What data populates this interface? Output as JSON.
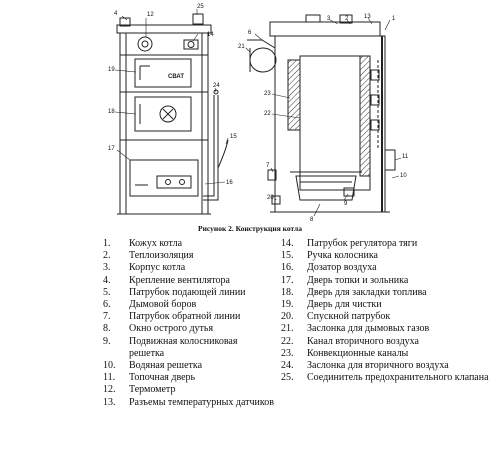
{
  "figure": {
    "caption": "Рисунок 2. Конструкция котла",
    "brand_logo_text": "СВАТ",
    "callouts_front": [
      "4",
      "12",
      "25",
      "14",
      "19",
      "18",
      "24",
      "15",
      "17",
      "16"
    ],
    "callouts_side": [
      "6",
      "21",
      "3",
      "2",
      "13",
      "1",
      "23",
      "22",
      "11",
      "7",
      "10",
      "20",
      "8",
      "9"
    ]
  },
  "legend": {
    "left": [
      {
        "num": "1.",
        "text": "Кожух котла"
      },
      {
        "num": "2.",
        "text": "Теплоизоляция"
      },
      {
        "num": "3.",
        "text": "Корпус котла"
      },
      {
        "num": "4.",
        "text": "Крепление вентилятора"
      },
      {
        "num": "5.",
        "text": "Патрубок подающей линии"
      },
      {
        "num": "6.",
        "text": "Дымовой боров"
      },
      {
        "num": "7.",
        "text": "Патрубок обратной линии"
      },
      {
        "num": "8.",
        "text": "Окно острого дутья"
      },
      {
        "num": "9.",
        "text": "Подвижная колосниковая решетка"
      },
      {
        "num": "10.",
        "text": "Водяная решетка"
      },
      {
        "num": "11.",
        "text": "Топочная дверь"
      },
      {
        "num": "12.",
        "text": "Термометр"
      },
      {
        "num": "13.",
        "text": "Разъемы температурных датчиков"
      }
    ],
    "right": [
      {
        "num": "14.",
        "text": "Патрубок регулятора тяги"
      },
      {
        "num": "15.",
        "text": "Ручка колосника"
      },
      {
        "num": "16.",
        "text": "Дозатор воздуха"
      },
      {
        "num": "17.",
        "text": "Дверь топки и зольника"
      },
      {
        "num": "18.",
        "text": "Дверь для закладки топлива"
      },
      {
        "num": "19.",
        "text": "Дверь для чистки"
      },
      {
        "num": "20.",
        "text": "Спускной патрубок"
      },
      {
        "num": "21.",
        "text": "Заслонка для дымовых газов"
      },
      {
        "num": "22.",
        "text": "Канал вторичного воздуха"
      },
      {
        "num": "23.",
        "text": "Конвекционные каналы"
      },
      {
        "num": "24.",
        "text": "Заслонка для вторичного воздуха"
      },
      {
        "num": "25.",
        "text": "Соединитель предохранительного клапана"
      }
    ]
  }
}
